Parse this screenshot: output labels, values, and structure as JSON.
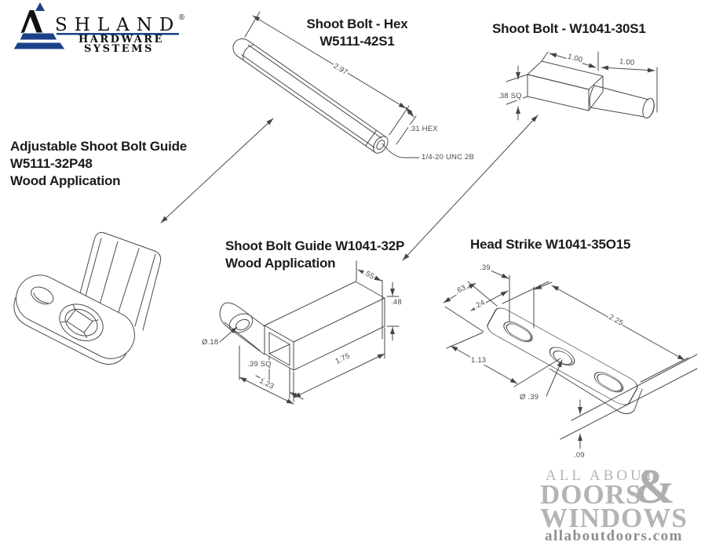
{
  "brand": {
    "initial": "A",
    "name_rest": "SHLAND",
    "registered": "®",
    "tag1": "HARDWARE",
    "tag2": "SYSTEMS",
    "blue": "#1b4289"
  },
  "parts": {
    "hex_bolt": {
      "title1": "Shoot Bolt - Hex",
      "title2": "W5111-42S1",
      "dim_length": "2.97",
      "dim_hex": ".31 HEX",
      "dim_thread": "1/4-20 UNC 2B"
    },
    "square_bolt": {
      "title": "Shoot Bolt - W1041-30S1",
      "dim_body": "1.00",
      "dim_pin": "1.00",
      "dim_square": ".38 SQ"
    },
    "adjustable_guide": {
      "title1": "Adjustable Shoot Bolt Guide",
      "title2": "W5111-32P48",
      "title3": "Wood Application"
    },
    "bolt_guide": {
      "title1": "Shoot Bolt Guide W1041-32P",
      "title2": "Wood Application",
      "dim_top": ".55",
      "dim_height": ".48",
      "dim_hole": "Ø.18",
      "dim_square": ".39 SQ",
      "dim_base": "1.23",
      "dim_length": "1.75"
    },
    "head_strike": {
      "title": "Head Strike W1041-35O15",
      "dim_slot": ".39",
      "dim_end": ".63",
      "dim_offset": ".24",
      "dim_length": "2.25",
      "dim_center": "1.13",
      "dim_hole": "Ø .39",
      "dim_thickness": ".09"
    }
  },
  "watermark": {
    "line1": "ALL ABOUT",
    "line2": "DOORS",
    "amp": "&",
    "line3": "WINDOWS",
    "line4": "allaboutdoors.com"
  }
}
